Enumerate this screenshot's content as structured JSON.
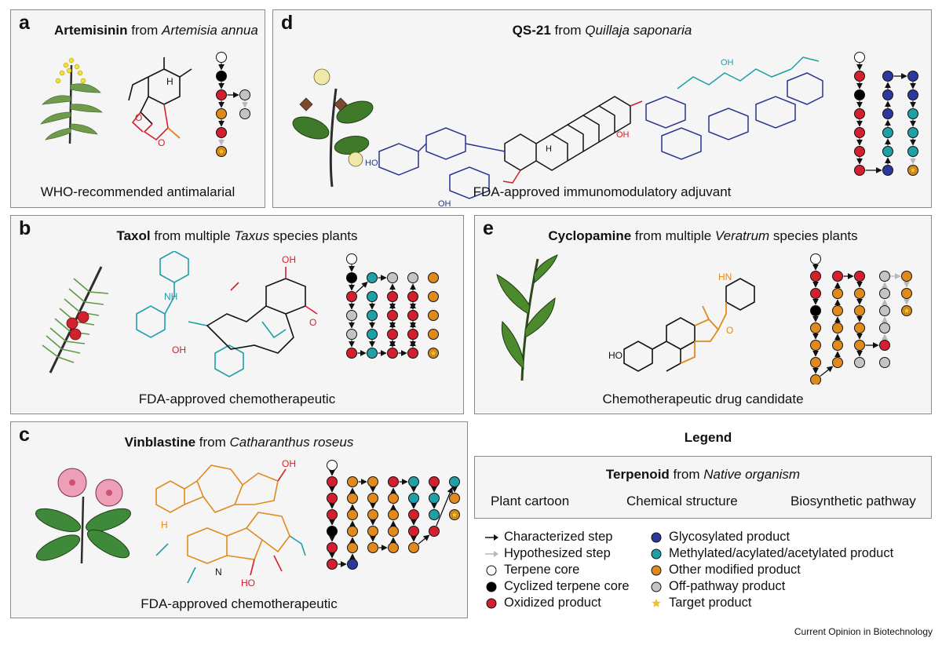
{
  "panels": {
    "a": {
      "letter": "a",
      "compound": "Artemisinin",
      "from": " from ",
      "organism": "Artemisia annua",
      "suffix": "",
      "caption": "WHO-recommended antimalarial"
    },
    "b": {
      "letter": "b",
      "compound": "Taxol",
      "from": " from multiple ",
      "organism": "Taxus",
      "suffix": " species plants",
      "caption": "FDA-approved chemotherapeutic"
    },
    "c": {
      "letter": "c",
      "compound": "Vinblastine",
      "from": " from ",
      "organism": "Catharanthus roseus",
      "suffix": "",
      "caption": "FDA-approved chemotherapeutic"
    },
    "d": {
      "letter": "d",
      "compound": "QS-21",
      "from": " from ",
      "organism": "Quillaja saponaria",
      "suffix": "",
      "caption": "FDA-approved immunomodulatory adjuvant"
    },
    "e": {
      "letter": "e",
      "compound": "Cyclopamine",
      "from": " from multiple ",
      "organism": "Veratrum",
      "suffix": " species plants",
      "caption": "Chemotherapeutic drug candidate"
    }
  },
  "structure_labels": {
    "oh": "OH",
    "ho": "HO",
    "o": "O",
    "h": "H",
    "nh": "NH",
    "hn": "HN",
    "n": "N"
  },
  "legend": {
    "title": "Legend",
    "box_bold": "Terpenoid",
    "box_from": " from ",
    "box_italic": "Native organism",
    "col1": "Plant cartoon",
    "col2": "Chemical structure",
    "col3": "Biosynthetic pathway",
    "keys_left": [
      {
        "label": "Characterized step",
        "kind": "arrow",
        "color": "#111111"
      },
      {
        "label": "Hypothesized step",
        "kind": "arrow",
        "color": "#b8b8b8"
      },
      {
        "label": "Terpene core",
        "kind": "dot",
        "color": "#ffffff"
      },
      {
        "label": "Cyclized terpene core",
        "kind": "dot",
        "color": "#000000"
      },
      {
        "label": "Oxidized product",
        "kind": "dot",
        "color": "#d3202e"
      }
    ],
    "keys_right": [
      {
        "label": "Glycosylated product",
        "kind": "dot",
        "color": "#2a3a9c"
      },
      {
        "label": "Methylated/acylated/acetylated product",
        "kind": "dot",
        "color": "#1f9fa6"
      },
      {
        "label": "Other modified product",
        "kind": "dot",
        "color": "#e08a1e"
      },
      {
        "label": "Off-pathway product",
        "kind": "dot",
        "color": "#c4c4c4"
      },
      {
        "label": "Target product",
        "kind": "star",
        "color": "#f2c12e"
      }
    ]
  },
  "colors": {
    "white": "#ffffff",
    "black": "#000000",
    "red": "#d3202e",
    "blue": "#2a3a9c",
    "teal": "#1f9fa6",
    "orange": "#e08a1e",
    "gray": "#c4c4c4",
    "star": "#f2c12e",
    "leaf": "#3a7a2a",
    "structure": "#111111",
    "sugar": "#27358f"
  },
  "footer": "Current Opinion in Biotechnology"
}
